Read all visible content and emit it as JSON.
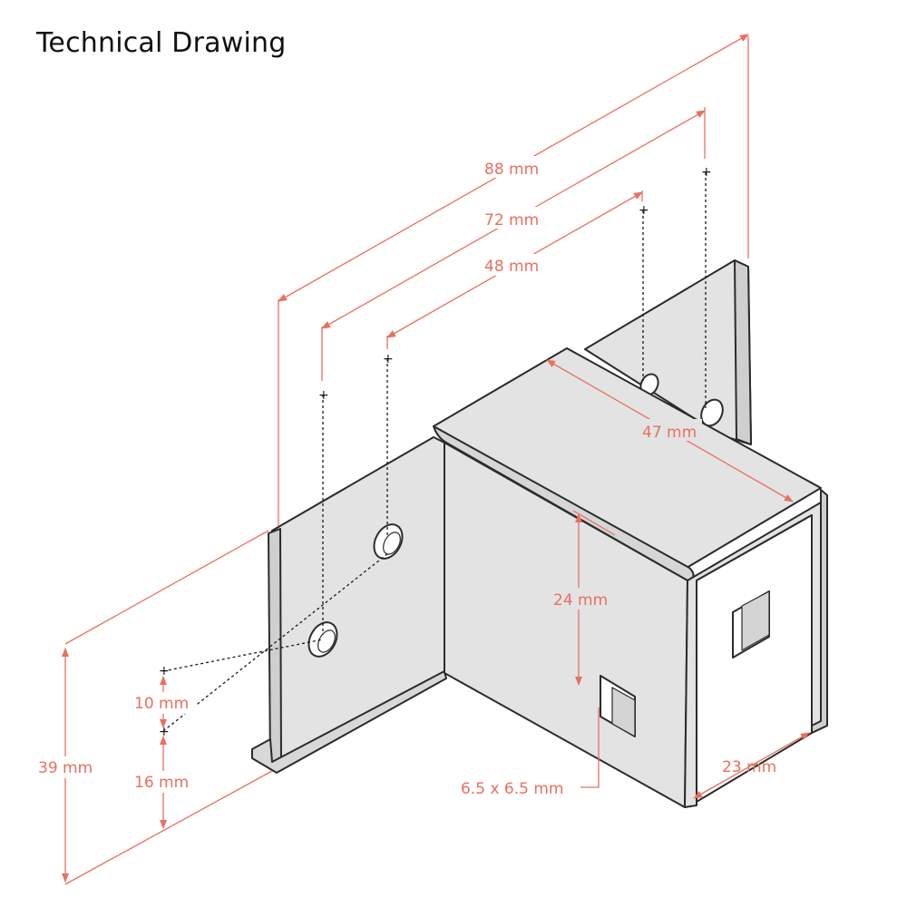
{
  "title": "Technical Drawing",
  "colors": {
    "dimension": "#e8705f",
    "part_fill": "#e3e3e3",
    "part_outline": "#2b2b2b",
    "hidden_line": "#1a1a1a"
  },
  "dimensions": {
    "overall_length": "88 mm",
    "outer_hole_spacing": "72 mm",
    "inner_hole_spacing": "48 mm",
    "channel_depth": "47 mm",
    "slot_height": "24 mm",
    "square_hole": "6.5 x 6.5 mm",
    "channel_width": "23 mm",
    "total_height": "39 mm",
    "upper_hole_offset": "10 mm",
    "lower_hole_offset": "16 mm"
  }
}
